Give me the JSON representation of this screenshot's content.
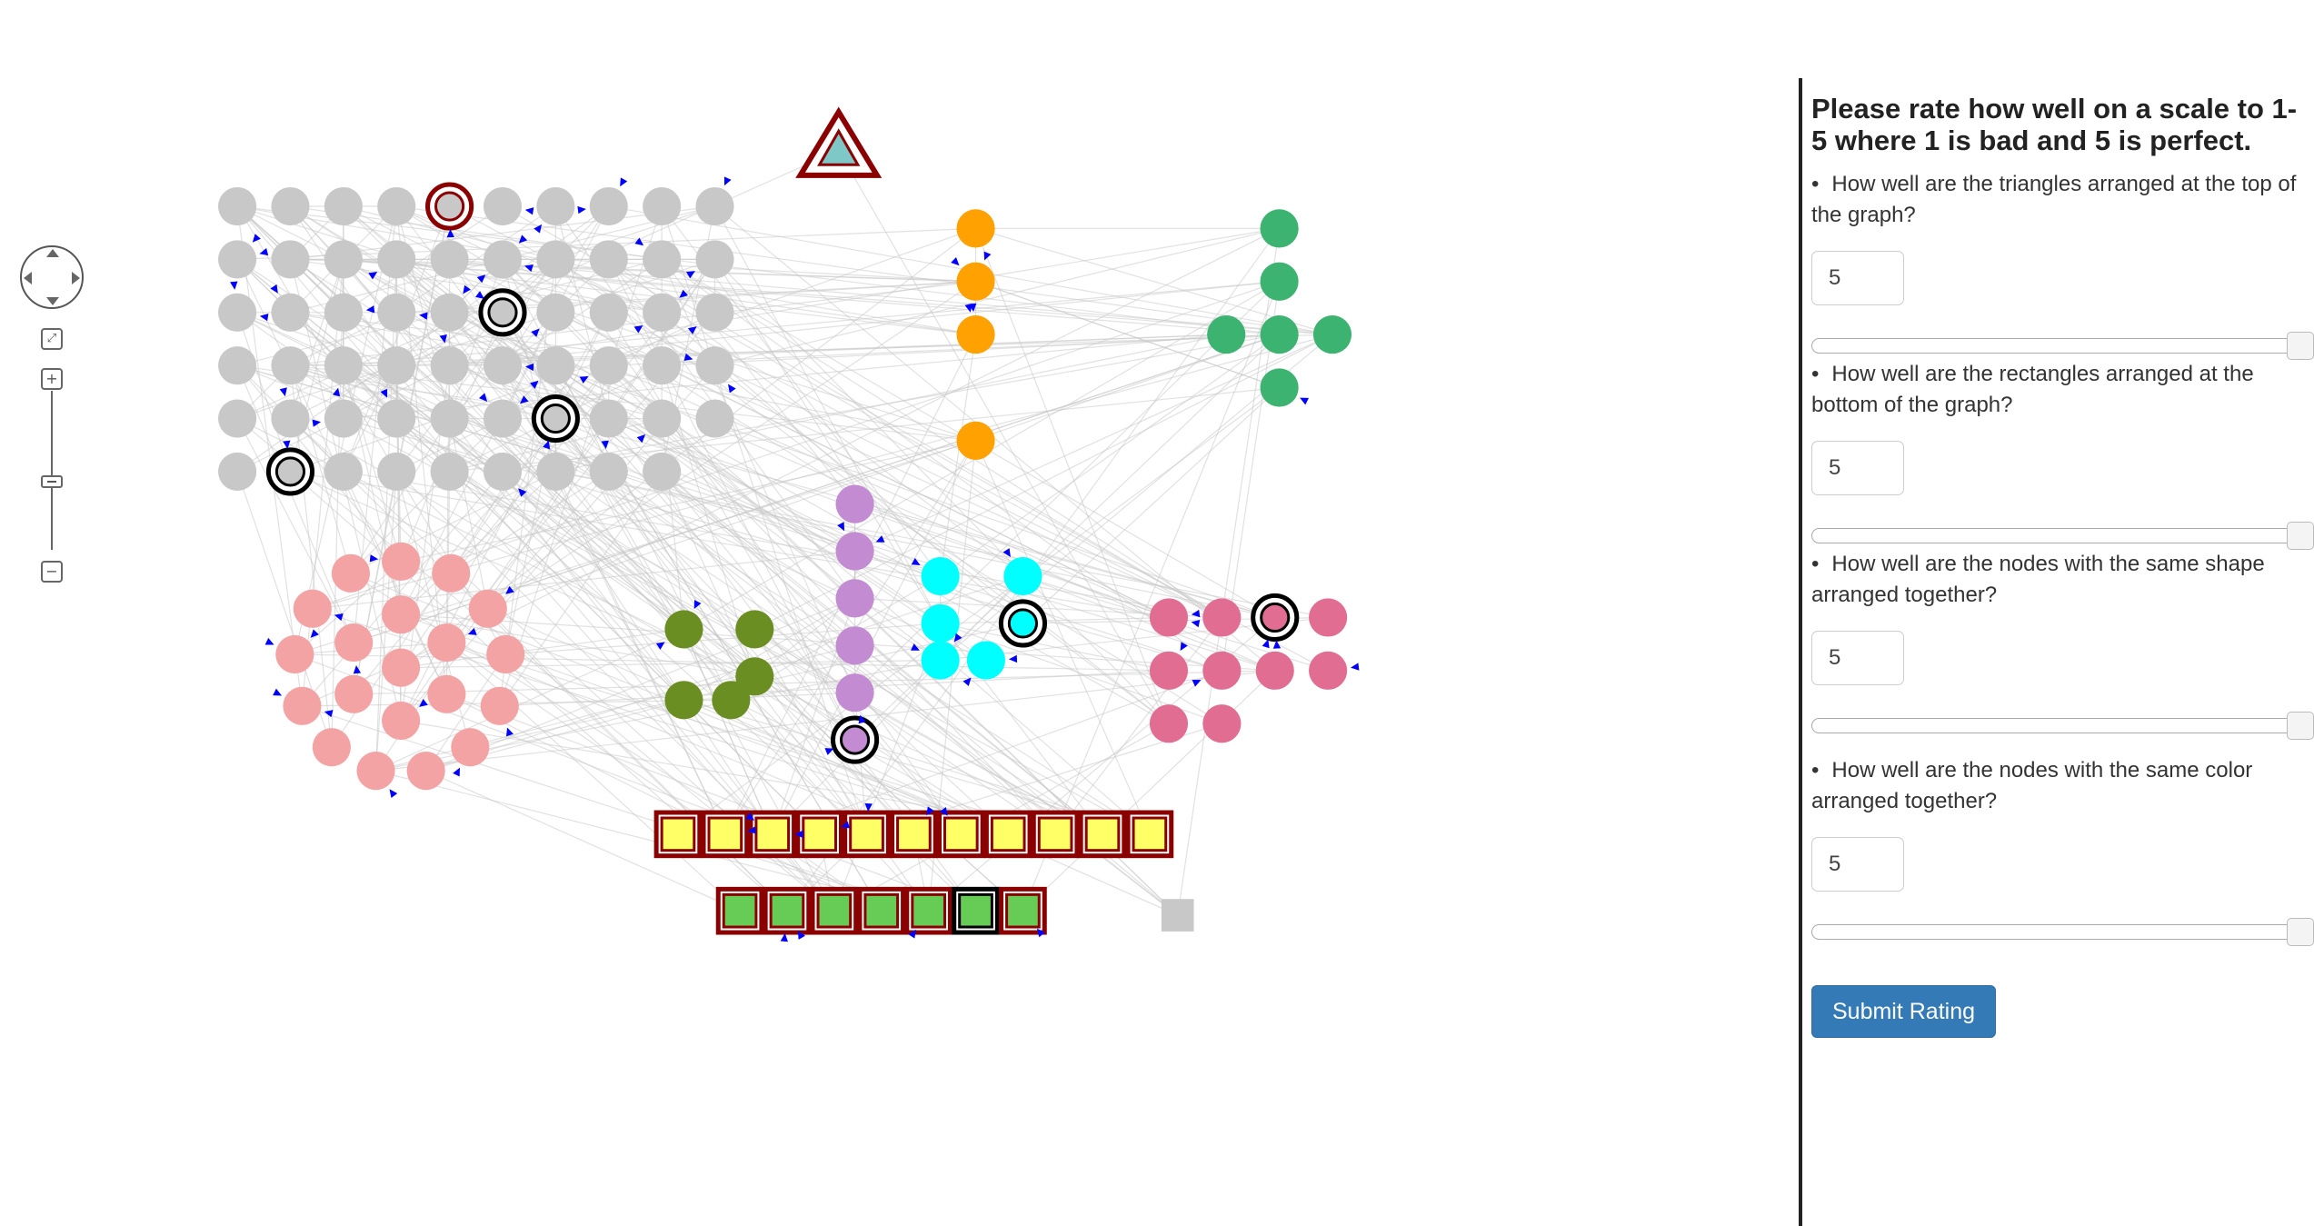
{
  "panel": {
    "title": "Please rate how well on a scale to 1-5 where 1 is bad and 5 is perfect.",
    "bullet": "•",
    "questions": [
      {
        "text": "How well are the triangles arranged at the top of the graph?",
        "value": "5",
        "slider_value": 5
      },
      {
        "text": "How well are the rectangles arranged at the bottom of the graph?",
        "value": "5",
        "slider_value": 5
      },
      {
        "text": "How well are the nodes with the same shape arranged together?",
        "value": "5",
        "slider_value": 5
      },
      {
        "text": "How well are the nodes with the same color arranged together?",
        "value": "5",
        "slider_value": 5
      }
    ],
    "submit_label": "Submit Rating"
  },
  "navigation": {
    "fit_icon": "expand-icon",
    "zoom_in_label": "+",
    "zoom_out_label": "−",
    "zoom_level": 0.55
  },
  "colors": {
    "gray": "#c8c8c8",
    "orange": "#ffa100",
    "green": "#3cb371",
    "salmon": "#f4a3a4",
    "olive": "#6b8e23",
    "violet": "#c38bd1",
    "cyan": "#00ffff",
    "pink": "#e26d93",
    "yellow": "#ffff66",
    "lime": "#66cc55",
    "dark_red": "#8b0000",
    "edge": "#c8c8c8",
    "arrow": "#0000ff",
    "panel_border": "#222222",
    "button": "#337ab7"
  }
}
